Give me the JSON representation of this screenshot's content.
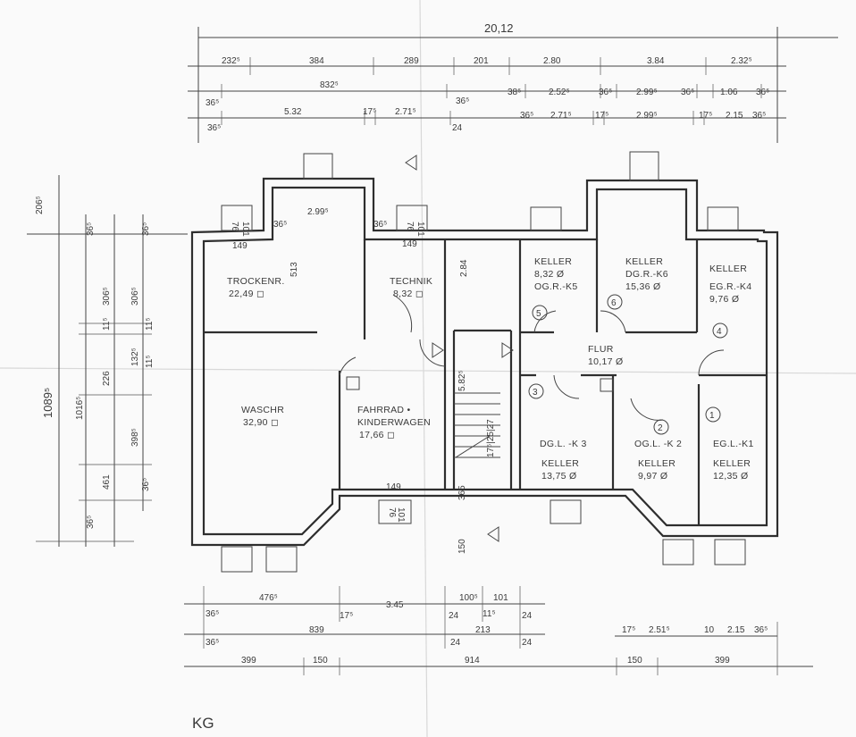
{
  "sheet_label": "KG",
  "overall_width": "20,12",
  "overall_depth": "1089⁵",
  "top_depth": "206⁵",
  "rooms": [
    {
      "id": "trocken",
      "name": "TROCKENR.",
      "area": "22,49 ◻"
    },
    {
      "id": "technik",
      "name": "TECHNIK",
      "area": "8,32 ◻"
    },
    {
      "id": "waschr",
      "name": "WASCHR",
      "area": "32,90 ◻"
    },
    {
      "id": "fahrrad",
      "name": "FAHRRAD •",
      "name2": "KINDERWAGEN",
      "area": "17,66 ◻"
    },
    {
      "id": "k5",
      "name": "KELLER",
      "area": "8,32 Ø",
      "unit": "OG.R.-K5"
    },
    {
      "id": "k6",
      "name": "KELLER",
      "unit": "DG.R.-K6",
      "area": "15,36 Ø"
    },
    {
      "id": "k4",
      "name": "KELLER",
      "unit": "EG.R.-K4",
      "area": "9,76 Ø"
    },
    {
      "id": "flur",
      "name": "FLUR",
      "area": "10,17 Ø"
    },
    {
      "id": "k3",
      "unit": "DG.L. -K 3",
      "name": "KELLER",
      "area": "13,75 Ø"
    },
    {
      "id": "k2",
      "unit": "OG.L. -K 2",
      "name": "KELLER",
      "area": "9,97 Ø"
    },
    {
      "id": "k1",
      "unit": "EG.L.-K1",
      "name": "KELLER",
      "area": "12,35 Ø"
    }
  ],
  "door_numbers": [
    "5",
    "6",
    "4",
    "3",
    "2",
    "1"
  ],
  "dims_top_row1": [
    "232⁵",
    "384",
    "289",
    "201",
    "2.80",
    "3.84",
    "2.32⁵"
  ],
  "dims_top_row2": [
    "36⁵",
    "832⁵",
    "36⁵",
    "38⁵",
    "2.52⁵",
    "36⁵",
    "2.99⁵",
    "36⁵",
    "1.06",
    "36⁵"
  ],
  "dims_top_row3": [
    "36⁵",
    "5.32",
    "17⁵",
    "2.71⁵",
    "24",
    "36⁵",
    "2.71⁵",
    "17⁵",
    "2.99⁵",
    "17⁵",
    "2.15",
    "36⁵"
  ],
  "dims_left": [
    "306⁵",
    "306⁵",
    "11⁵",
    "11⁵",
    "132⁵",
    "11⁵",
    "226",
    "398⁵",
    "1016⁵",
    "461",
    "36⁵",
    "36⁵",
    "36⁵",
    "36⁵"
  ],
  "dims_bottom_row1": [
    "476⁵",
    "3.45",
    "100⁵",
    "101",
    "11⁵"
  ],
  "dims_bottom_row2": [
    "36⁵",
    "17⁵",
    "839",
    "24",
    "213",
    "24"
  ],
  "dims_bottom_row3": [
    "36⁵",
    "24",
    "24"
  ],
  "dims_bottom_row4": [
    "399",
    "150",
    "914",
    "150",
    "399"
  ],
  "dims_bottom_right": [
    "17⁵",
    "2.51⁵",
    "10",
    "2.15",
    "36⁵"
  ],
  "dims_interior": [
    "149",
    "149",
    "149",
    "513",
    "2.99⁵",
    "36⁵",
    "36⁵",
    "2.84",
    "5.82⁵",
    "365",
    "150",
    "76",
    "76",
    "76",
    "101",
    "101",
    "101",
    "17⁵|25|27"
  ]
}
